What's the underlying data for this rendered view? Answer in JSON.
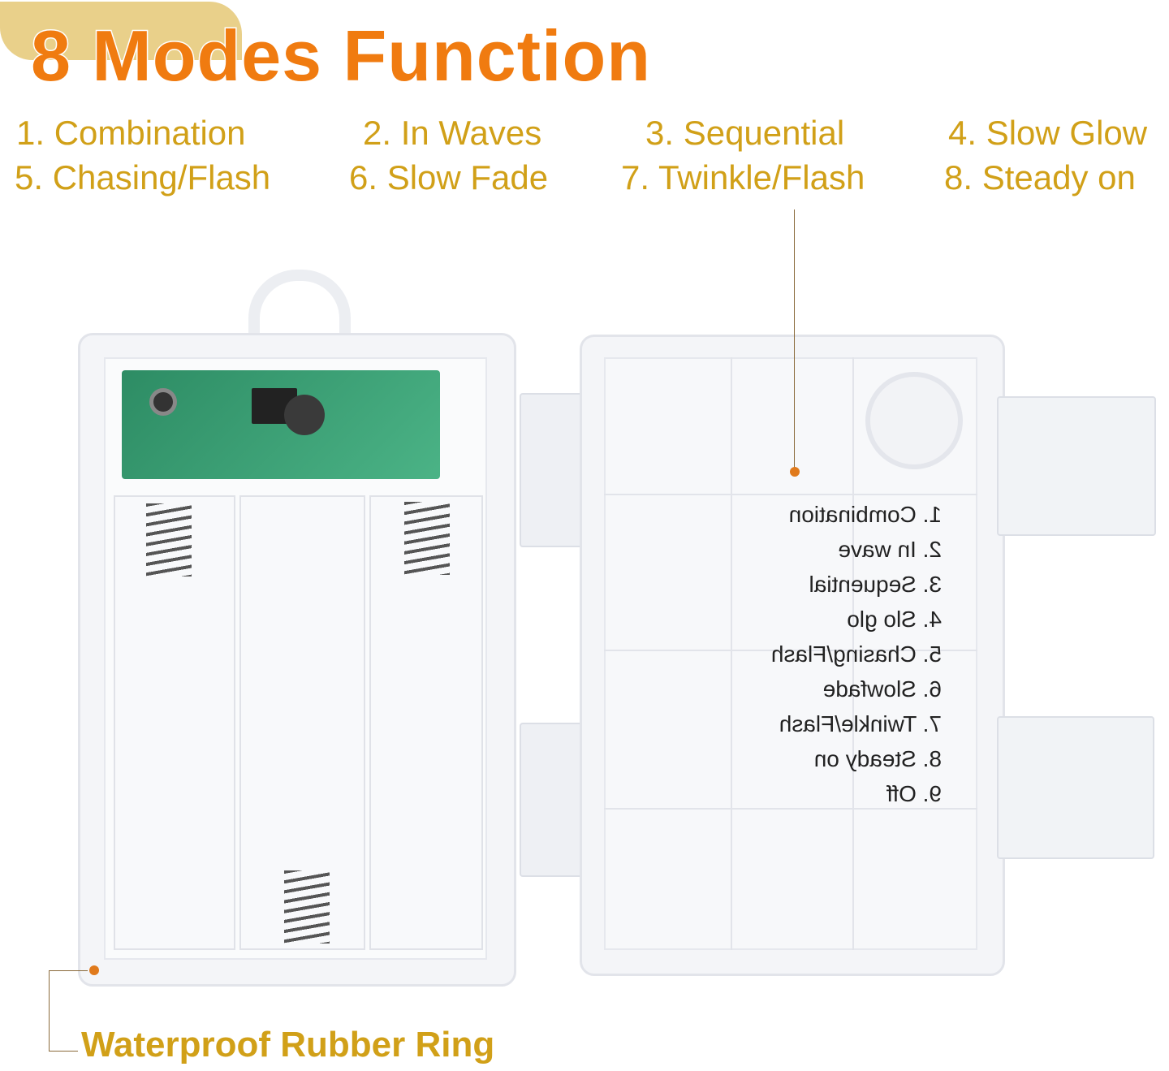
{
  "title": "8 Modes Function",
  "modes": [
    "1.  Combination",
    "2. In Waves",
    "3. Sequential",
    "4. Slow Glow",
    "5. Chasing/Flash",
    "6. Slow Fade",
    "7. Twinkle/Flash",
    "8. Steady on"
  ],
  "lid_label": [
    "1. Combination",
    "2. In wave",
    "3. Sequential",
    "4. Slo glo",
    "5. Chasing/Flash",
    "6. Slowfade",
    "7. Twinkle/Flash",
    "8. Steady on",
    "9. Off"
  ],
  "callout": "Waterproof Rubber Ring",
  "colors": {
    "title": "#f07b10",
    "modes": "#d1a018",
    "title_highlight": "#e9d08a"
  }
}
